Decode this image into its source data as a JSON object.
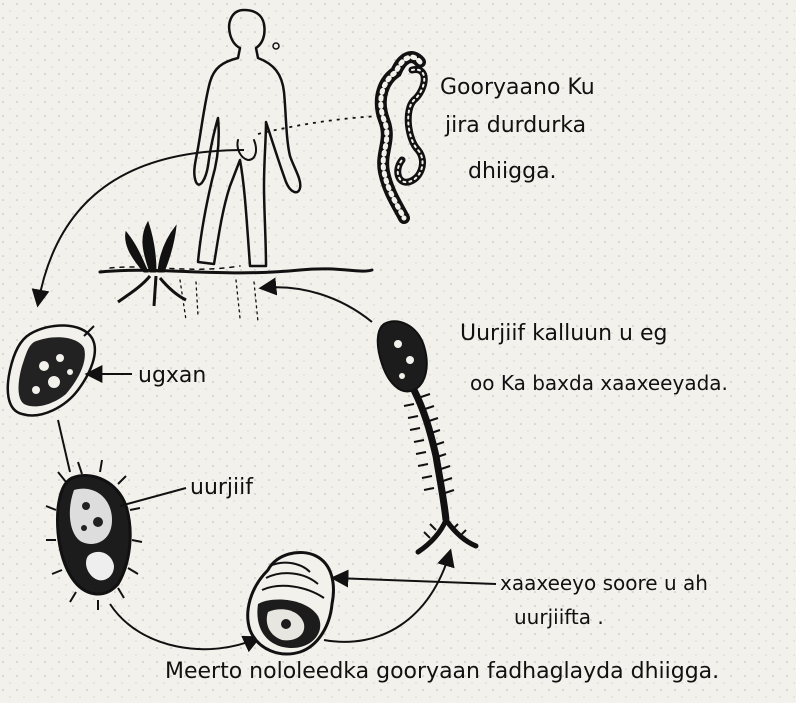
{
  "labels": {
    "adult_worm": [
      "Gooryaano Ku",
      "jira  durdurka",
      "dhiigga."
    ],
    "egg": "ugxan",
    "miracidium": "uurjiif",
    "cercaria": [
      "Uurjiif kalluun u eg",
      "oo Ka baxda xaaxeeyada."
    ],
    "snail": [
      "xaaxeeyo soore u ah",
      "uurjiifta ."
    ]
  },
  "caption": "Meerto nololeedka gooryaan fadhaglayda dhiigga."
}
